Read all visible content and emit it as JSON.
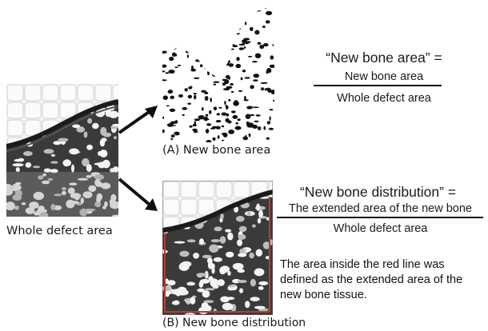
{
  "left": {
    "caption": "Whole defect area"
  },
  "panel_a": {
    "caption": "(A) New bone area"
  },
  "panel_b": {
    "caption": "(B) New bone distribution"
  },
  "formula_a": {
    "title": "“New bone area” =",
    "numerator": "New bone area",
    "denominator": "Whole defect area"
  },
  "formula_b": {
    "title": "“New bone distribution” =",
    "numerator": "The extended area of the new bone",
    "denominator": "Whole defect area"
  },
  "note": {
    "line1": "The area inside the red line was",
    "line2": "defined as the extended area of the",
    "line3": "new bone tissue."
  },
  "colors": {
    "tissue_dark": "#2a2a2a",
    "highlight_red": "#c0392b"
  }
}
